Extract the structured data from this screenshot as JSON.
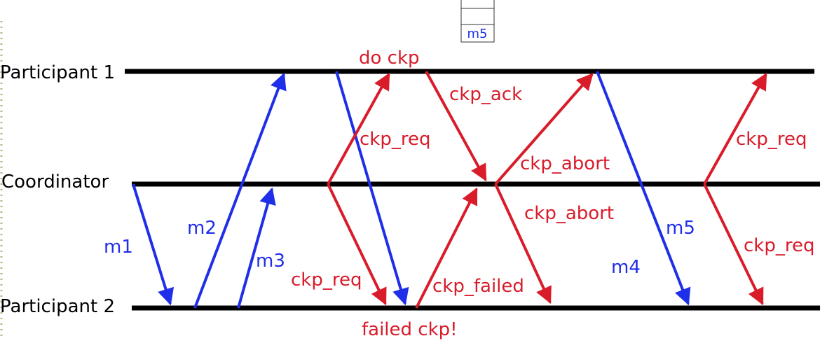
{
  "colors": {
    "timeline": "#000000",
    "app_message": "#1f2ee8",
    "protocol_message": "#d81c2a",
    "margin_dots": "#b7b38a"
  },
  "lanes": {
    "participant1": "Participant 1",
    "coordinator": "Coordinator",
    "participant2": "Participant 2"
  },
  "queue": {
    "label": "m5"
  },
  "messages": {
    "m1": "m1",
    "m2": "m2",
    "m3": "m3",
    "m4": "m4",
    "m5": "m5"
  },
  "protocol": {
    "do_ckp": "do ckp",
    "ckp_req_1": "ckp_req",
    "ckp_ack": "ckp_ack",
    "ckp_abort_1": "ckp_abort",
    "ckp_req_2": "ckp_req",
    "ckp_abort_2": "ckp_abort",
    "ckp_req_3": "ckp_req",
    "ckp_failed": "ckp_failed",
    "ckp_req_4": "ckp_req",
    "failed_ckp": "failed ckp!"
  }
}
